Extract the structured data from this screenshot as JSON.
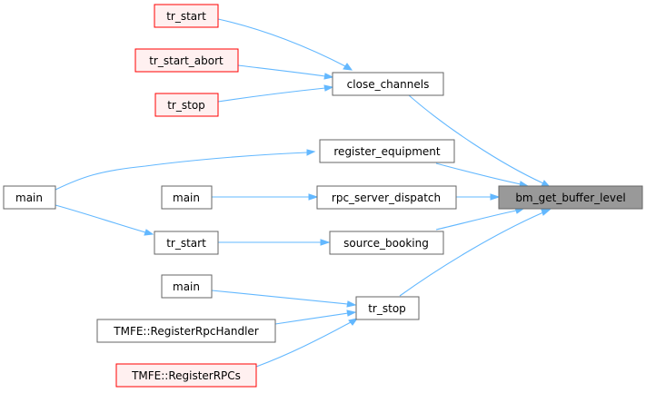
{
  "colors": {
    "node_fill": "#ffffff",
    "node_border": "#666666",
    "missing_fill": "#fff0f0",
    "missing_border": "#ff0000",
    "focus_fill": "#999999",
    "focus_border": "#666666",
    "edge": "#63b8ff"
  },
  "nodes": {
    "bm_get_buffer_level": "bm_get_buffer_level",
    "close_channels": "close_channels",
    "register_equipment": "register_equipment",
    "rpc_server_dispatch": "rpc_server_dispatch",
    "source_booking": "source_booking",
    "tr_stop_mid": "tr_stop",
    "tr_start_top": "tr_start",
    "tr_start_abort": "tr_start_abort",
    "tr_stop_top": "tr_stop",
    "main_left": "main",
    "main_mid": "main",
    "tr_start_mid": "tr_start",
    "main_low": "main",
    "tmfe_register_rpc_handler": "TMFE::RegisterRpcHandler",
    "tmfe_register_rpcs": "TMFE::RegisterRPCs"
  }
}
